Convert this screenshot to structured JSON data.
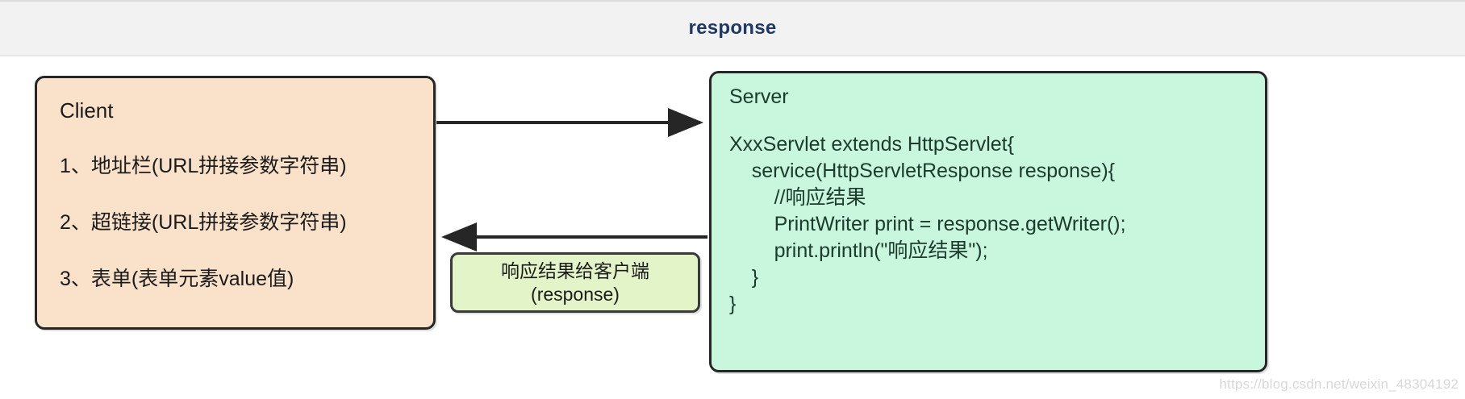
{
  "header": {
    "title": "response"
  },
  "diagram": {
    "type": "flow-diagram",
    "client": {
      "title": "Client",
      "items": [
        "1、地址栏(URL拼接参数字符串)",
        "2、超链接(URL拼接参数字符串)",
        "3、表单(表单元素value值)"
      ]
    },
    "server": {
      "title": "Server",
      "code": "XxxServlet extends HttpServlet{\n    service(HttpServletResponse response){\n        //响应结果\n        PrintWriter print = response.getWriter();\n        print.println(\"响应结果\");\n    }\n}"
    },
    "callout": {
      "line1": "响应结果给客户端",
      "line2": "(response)"
    },
    "arrows": [
      {
        "name": "client-to-server",
        "direction": "right"
      },
      {
        "name": "server-to-client",
        "direction": "left"
      }
    ]
  },
  "watermark": {
    "text": "https://blog.csdn.net/weixin_48304192"
  },
  "colors": {
    "header_bg": "#f2f2f2",
    "header_text": "#1f3864",
    "client_bg": "#fae2ca",
    "server_bg": "#c8f7de",
    "callout_bg": "#e3f5c8",
    "stroke": "#262626"
  }
}
